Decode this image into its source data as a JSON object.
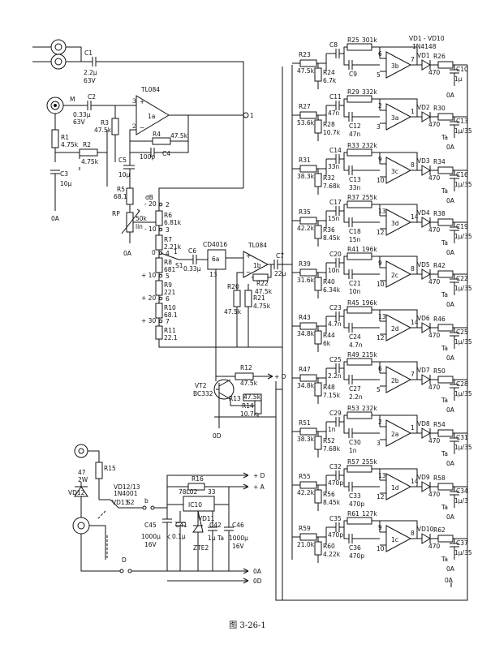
{
  "caption": "图 3-26-1",
  "left": {
    "c1": "C1",
    "c1_val": "2.2μ",
    "c1_v": "63V",
    "mic": "M",
    "c2": "C2",
    "c2_val": "0.33μ",
    "c2_v": "63V",
    "r1": "R1",
    "r1_val": "4.75k",
    "r2": "R2",
    "r2_val": "4.75k",
    "r3": "R3",
    "r3_val": "47.5k",
    "c3": "C3",
    "c3_val": "10μ",
    "gnd": "0A",
    "tl1": "TL084",
    "op1": "1a",
    "r4": "R4",
    "r4_val": "47.5k",
    "c4": "C4",
    "c4_val": "100p",
    "c5": "C5",
    "c5_val": "10μ",
    "out1": "1",
    "r5": "R5",
    "r5_val": "68.1",
    "rp": "RP",
    "rp_val": "50k",
    "rp_type": "lin",
    "db": "dB",
    "db_m20": "- 20",
    "db_m10": "- 10",
    "db_0": "0",
    "db_p10": "+ 10",
    "db_p20": "+ 20",
    "db_p30": "+ 30",
    "n2": "2",
    "n3": "3",
    "n4": "4",
    "n5": "5",
    "n6": "6",
    "n7": "7",
    "r6": "R6",
    "r6_val": "6.81k",
    "r7": "R7",
    "r7_val": "2.21k",
    "r8": "R8",
    "r8_val": "681",
    "r9": "R9",
    "r9_val": "221",
    "r10": "R10",
    "r10_val": "68.1",
    "r11": "R11",
    "r11_val": "22.1",
    "s1": "S1",
    "n1": "1",
    "c6": "C6",
    "c6_val": "0.33μ",
    "cd": "CD4016",
    "sw": "6a",
    "pin13": "13",
    "tl2": "TL084",
    "op2": "1b",
    "c7": "C7",
    "c7_val": "22μ",
    "r20": "R20",
    "r20_val": "47.5k",
    "r21": "R21",
    "r21_val": "4.75k",
    "r22": "R22",
    "r22_val": "47.5k",
    "vt": "VT2",
    "vt_type": "BC332",
    "r12": "R12",
    "r12_val": "47.5k",
    "r13": "R13",
    "r13_val": "47.5k",
    "r14": "R14",
    "r14_val": "10.7k",
    "gnd_d": "0D",
    "d_rail": "+ D"
  },
  "psu": {
    "r15": "R15",
    "r15_val": "47",
    "r15_w": "2W",
    "vd12": "VD12",
    "vd13": "VD13",
    "vd_type": "VD12/13",
    "vd_model": "1N4001",
    "s2": "S2",
    "b": "b",
    "d": "D",
    "r16": "R16",
    "reg": "78L02",
    "reg_pin": "33",
    "ic": "IC10",
    "c45": "C45",
    "c45_val": "1000μ",
    "c45_v": "16V",
    "c41": "C41",
    "c41_val": "0.1μ",
    "k": "K",
    "vd11": "VD11",
    "zte": "ZTE2",
    "c42": "C42",
    "c42_val": "1μ",
    "c42_type": "Ta",
    "c46": "C46",
    "c46_val": "1000μ",
    "c46_v": "16V",
    "plus_d": "+ D",
    "plus_a": "+ A",
    "gnd_a": "0A",
    "gnd_d": "0D"
  },
  "header": {
    "vd_range": "VD1 - VD10",
    "vd_model": "1N4148"
  },
  "filters": [
    {
      "rin": "R23",
      "rin_val": "47.5k",
      "ca": "C8",
      "rf": "R25",
      "rf_val": "301k",
      "rb": "R24",
      "rb_val": "6.7k",
      "cb": "C9",
      "op": "3b",
      "pa": "6",
      "pb": "5",
      "po": "7",
      "vd": "VD1",
      "ro": "R26",
      "ro_val": "470",
      "co": "C10",
      "co_val": "1μ"
    },
    {
      "rin": "R27",
      "rin_val": "53.6k",
      "ca": "C11",
      "ca_val": "47n",
      "rf": "R29",
      "rf_val": "332k",
      "rb": "R28",
      "rb_val": "10.7k",
      "cb": "C12",
      "cb_val": "47n",
      "op": "3a",
      "pa": "2",
      "pb": "3",
      "po": "1",
      "vd": "VD2",
      "ro": "R30",
      "ro_val": "470",
      "co": "C13",
      "co_val": "1μ/35"
    },
    {
      "rin": "R31",
      "rin_val": "38.3k",
      "ca": "C14",
      "ca_val": "33n",
      "rf": "R33",
      "rf_val": "232k",
      "rb": "R32",
      "rb_val": "7.68k",
      "cb": "C13",
      "cb_val": "33n",
      "op": "3c",
      "pa": "9",
      "pb": "10",
      "po": "8",
      "vd": "VD3",
      "ro": "R34",
      "ro_val": "470",
      "co": "C16",
      "co_val": "1μ/35"
    },
    {
      "rin": "R35",
      "rin_val": "42.2k",
      "ca": "C17",
      "ca_val": "15n",
      "rf": "R37",
      "rf_val": "255k",
      "rb": "R36",
      "rb_val": "8.45k",
      "cb": "C18",
      "cb_val": "15n",
      "op": "3d",
      "pa": "13",
      "pb": "12",
      "po": "14",
      "vd": "VD4",
      "ro": "R38",
      "ro_val": "470",
      "co": "C19",
      "co_val": "1μ/35"
    },
    {
      "rin": "R39",
      "rin_val": "31.6k",
      "ca": "C20",
      "ca_val": "10n",
      "rf": "R41",
      "rf_val": "196k",
      "rb": "R40",
      "rb_val": "6.34k",
      "cb": "C21",
      "cb_val": "10n",
      "op": "2c",
      "pa": "9",
      "pb": "10",
      "po": "8",
      "vd": "VD5",
      "ro": "R42",
      "ro_val": "470",
      "co": "C22",
      "co_val": "1μ/35"
    },
    {
      "rin": "R43",
      "rin_val": "34.8k",
      "ca": "C23",
      "ca_val": "4.7n",
      "rf": "R45",
      "rf_val": "196k",
      "rb": "R44",
      "rb_val": "6k",
      "cb": "C24",
      "cb_val": "4.7n",
      "op": "2d",
      "pa": "13",
      "pb": "12",
      "po": "14",
      "vd": "VD6",
      "ro": "R46",
      "ro_val": "470",
      "co": "C25",
      "co_val": "1μ/35"
    },
    {
      "rin": "R47",
      "rin_val": "34.8k",
      "ca": "C25",
      "ca_val": "2.2n",
      "rf": "R49",
      "rf_val": "215k",
      "rb": "R48",
      "rb_val": "7.15k",
      "cb": "C27",
      "cb_val": "2.2n",
      "op": "2b",
      "pa": "6",
      "pb": "5",
      "po": "7",
      "vd": "VD7",
      "ro": "R50",
      "ro_val": "470",
      "co": "C28",
      "co_val": "1μ/35"
    },
    {
      "rin": "R51",
      "rin_val": "38.3k",
      "ca": "C29",
      "ca_val": "1n",
      "rf": "R53",
      "rf_val": "232k",
      "rb": "R52",
      "rb_val": "7.68k",
      "cb": "C30",
      "cb_val": "1n",
      "op": "2a",
      "pa": "2",
      "pb": "3",
      "po": "1",
      "vd": "VD8",
      "ro": "R54",
      "ro_val": "470",
      "co": "C31",
      "co_val": "1μ/35"
    },
    {
      "rin": "R55",
      "rin_val": "42.2k",
      "ca": "C32",
      "ca_val": "470p",
      "rf": "R57",
      "rf_val": "255k",
      "rb": "R56",
      "rb_val": "8.45k",
      "cb": "C33",
      "cb_val": "470p",
      "op": "1d",
      "pa": "13",
      "pb": "12",
      "po": "14",
      "vd": "VD9",
      "ro": "R58",
      "ro_val": "470",
      "co": "C34",
      "co_val": "1μ/3"
    },
    {
      "rin": "R59",
      "rin_val": "21.0k",
      "ca": "C35",
      "ca_val": "470p",
      "rf": "R61",
      "rf_val": "127k",
      "rb": "R60",
      "rb_val": "4.22k",
      "cb": "C36",
      "cb_val": "470p",
      "op": "1c",
      "pa": "9",
      "pb": "10",
      "po": "8",
      "vd": "VD10",
      "ro": "R62",
      "ro_val": "470",
      "co": "C37",
      "co_val": "1μ/35"
    }
  ],
  "ta": "Ta",
  "filter_gnd": "0A"
}
